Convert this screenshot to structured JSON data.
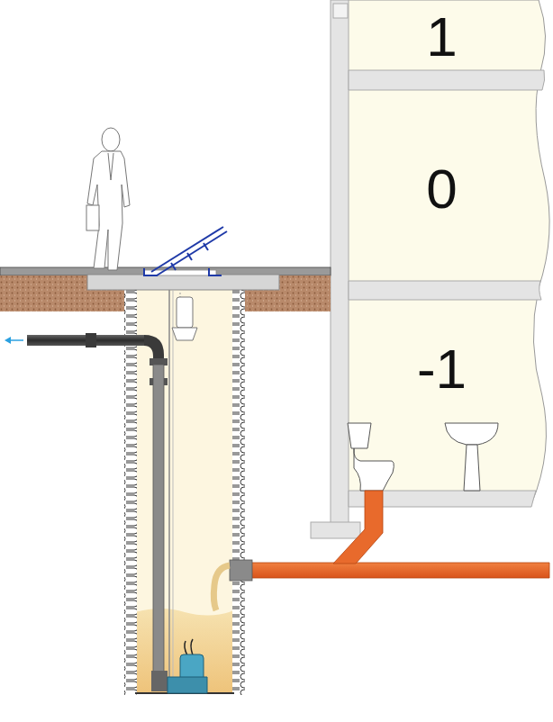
{
  "diagram": {
    "nodes": [
      {
        "text": [
          "1"
        ]
      },
      {
        "text": [
          "0"
        ]
      },
      {
        "text": [
          "-1"
        ]
      }
    ]
  }
}
